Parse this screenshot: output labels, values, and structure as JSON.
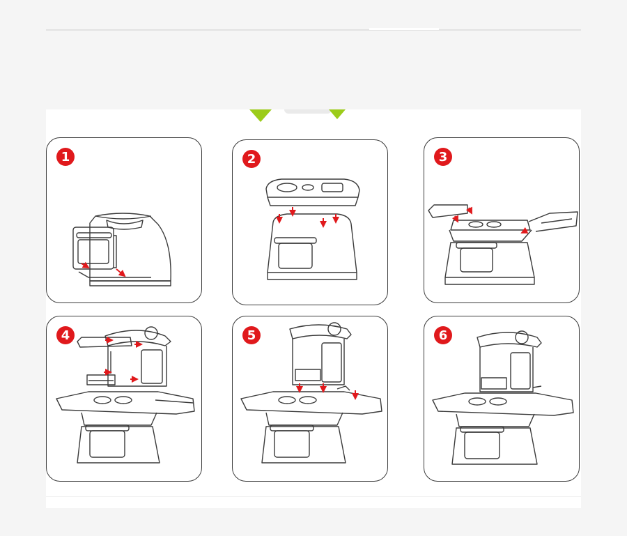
{
  "steps": [
    {
      "number": "1",
      "illustration": "kitchen-base-icon"
    },
    {
      "number": "2",
      "illustration": "stove-top-attach-icon"
    },
    {
      "number": "3",
      "illustration": "side-shelves-attach-icon"
    },
    {
      "number": "4",
      "illustration": "backsplash-assembly-icon"
    },
    {
      "number": "5",
      "illustration": "backsplash-attach-icon"
    },
    {
      "number": "6",
      "illustration": "assembled-kitchen-icon"
    }
  ],
  "colors": {
    "badge": "#e0191c",
    "arrow": "#e0191c",
    "line": "#3a3a3a",
    "accent": "#9ccc1a"
  }
}
